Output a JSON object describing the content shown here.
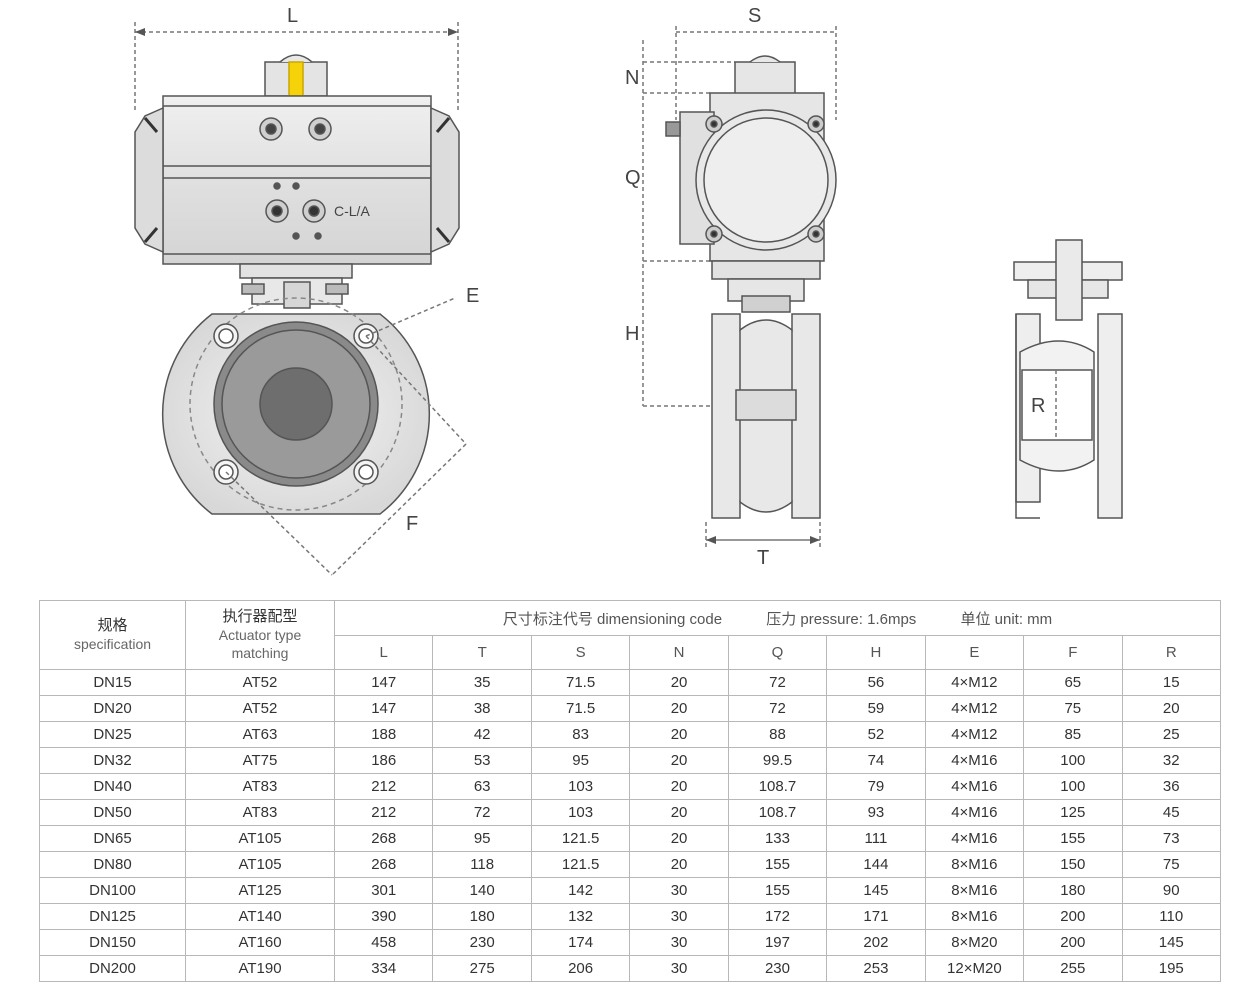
{
  "drawing_labels": {
    "L": "L",
    "S": "S",
    "N": "N",
    "Q": "Q",
    "H": "H",
    "E": "E",
    "F": "F",
    "T": "T",
    "R": "R",
    "brand_mark": "C-L/A"
  },
  "table": {
    "spec_cn": "规格",
    "spec_en": "specification",
    "actuator_cn": "执行器配型",
    "actuator_en1": "Actuator type",
    "actuator_en2": "matching",
    "group_code": "尺寸标注代号 dimensioning code",
    "group_pressure": "压力 pressure: 1.6mps",
    "group_unit": "单位 unit: mm",
    "columns": [
      "L",
      "T",
      "S",
      "N",
      "Q",
      "H",
      "E",
      "F",
      "R"
    ],
    "rows": [
      [
        "DN15",
        "AT52",
        "147",
        "35",
        "71.5",
        "20",
        "72",
        "56",
        "4×M12",
        "65",
        "15"
      ],
      [
        "DN20",
        "AT52",
        "147",
        "38",
        "71.5",
        "20",
        "72",
        "59",
        "4×M12",
        "75",
        "20"
      ],
      [
        "DN25",
        "AT63",
        "188",
        "42",
        "83",
        "20",
        "88",
        "52",
        "4×M12",
        "85",
        "25"
      ],
      [
        "DN32",
        "AT75",
        "186",
        "53",
        "95",
        "20",
        "99.5",
        "74",
        "4×M16",
        "100",
        "32"
      ],
      [
        "DN40",
        "AT83",
        "212",
        "63",
        "103",
        "20",
        "108.7",
        "79",
        "4×M16",
        "100",
        "36"
      ],
      [
        "DN50",
        "AT83",
        "212",
        "72",
        "103",
        "20",
        "108.7",
        "93",
        "4×M16",
        "125",
        "45"
      ],
      [
        "DN65",
        "AT105",
        "268",
        "95",
        "121.5",
        "20",
        "133",
        "111",
        "4×M16",
        "155",
        "73"
      ],
      [
        "DN80",
        "AT105",
        "268",
        "118",
        "121.5",
        "20",
        "155",
        "144",
        "8×M16",
        "150",
        "75"
      ],
      [
        "DN100",
        "AT125",
        "301",
        "140",
        "142",
        "30",
        "155",
        "145",
        "8×M16",
        "180",
        "90"
      ],
      [
        "DN125",
        "AT140",
        "390",
        "180",
        "132",
        "30",
        "172",
        "171",
        "8×M16",
        "200",
        "110"
      ],
      [
        "DN150",
        "AT160",
        "458",
        "230",
        "174",
        "30",
        "197",
        "202",
        "8×M20",
        "200",
        "145"
      ],
      [
        "DN200",
        "AT190",
        "334",
        "275",
        "206",
        "30",
        "230",
        "253",
        "12×M20",
        "255",
        "195"
      ]
    ]
  },
  "colors": {
    "body_fill": "#e6e6e6",
    "line": "#5a5a5a",
    "yellow_indicator": "#f5d20a",
    "table_border": "#b8b8b8"
  }
}
